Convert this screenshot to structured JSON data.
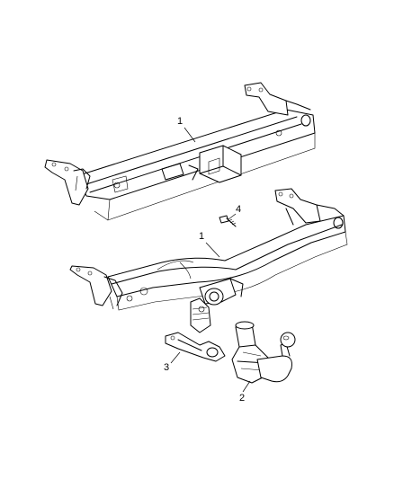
{
  "diagram": {
    "callouts": [
      {
        "id": "c1a",
        "label": "1"
      },
      {
        "id": "c1b",
        "label": "1"
      },
      {
        "id": "c2",
        "label": "2"
      },
      {
        "id": "c3",
        "label": "3"
      },
      {
        "id": "c4",
        "label": "4"
      }
    ]
  }
}
